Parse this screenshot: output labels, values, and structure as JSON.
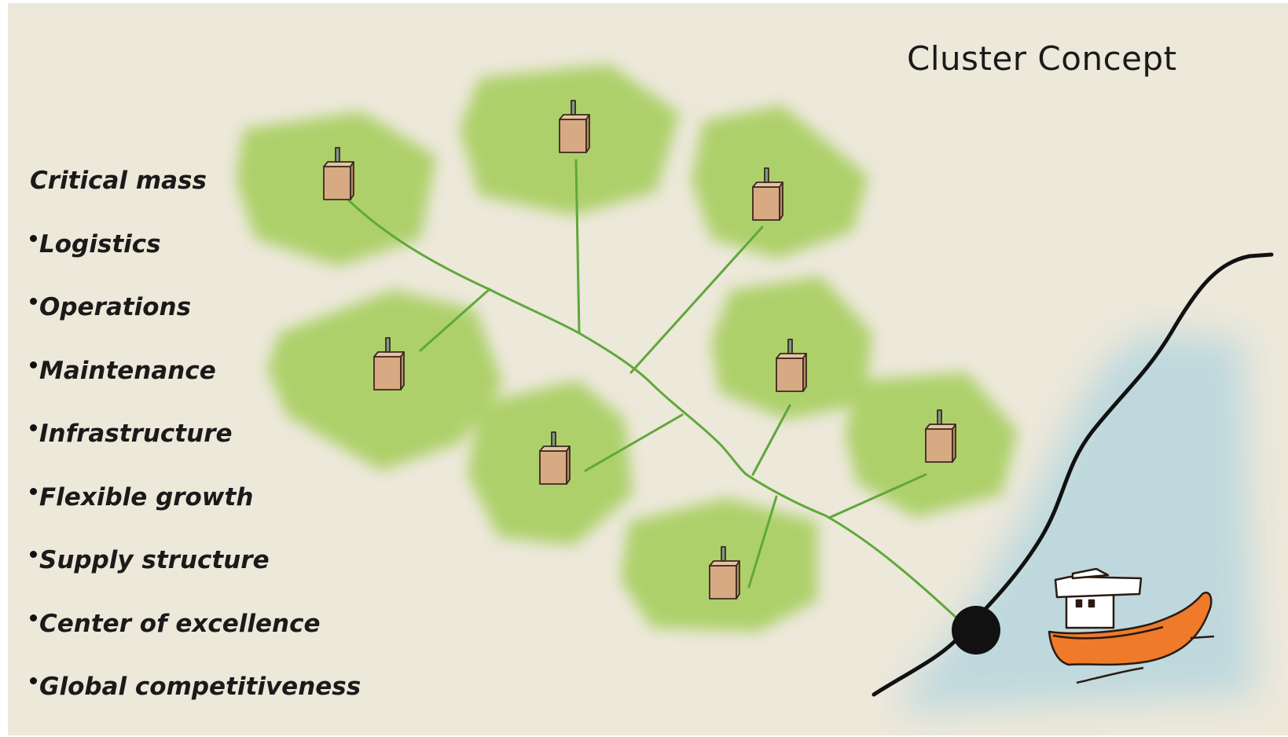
{
  "title": "Cluster Concept",
  "list": {
    "heading": "Critical mass",
    "items": [
      "Logistics",
      "Operations",
      "Maintenance",
      "Infrastructure",
      "Flexible growth",
      "Supply structure",
      "Center of excellence",
      "Global competitiveness"
    ]
  },
  "colors": {
    "background": "#ece8da",
    "cluster_fill": "#a9cf62",
    "network_line": "#5fa83a",
    "factory": "#d7aa84",
    "water": "#bcd8de",
    "boat_hull": "#ee7a2a",
    "port": "#111111"
  },
  "icons": [
    "factory-icon",
    "port-node-icon",
    "boat-icon",
    "coastline"
  ]
}
